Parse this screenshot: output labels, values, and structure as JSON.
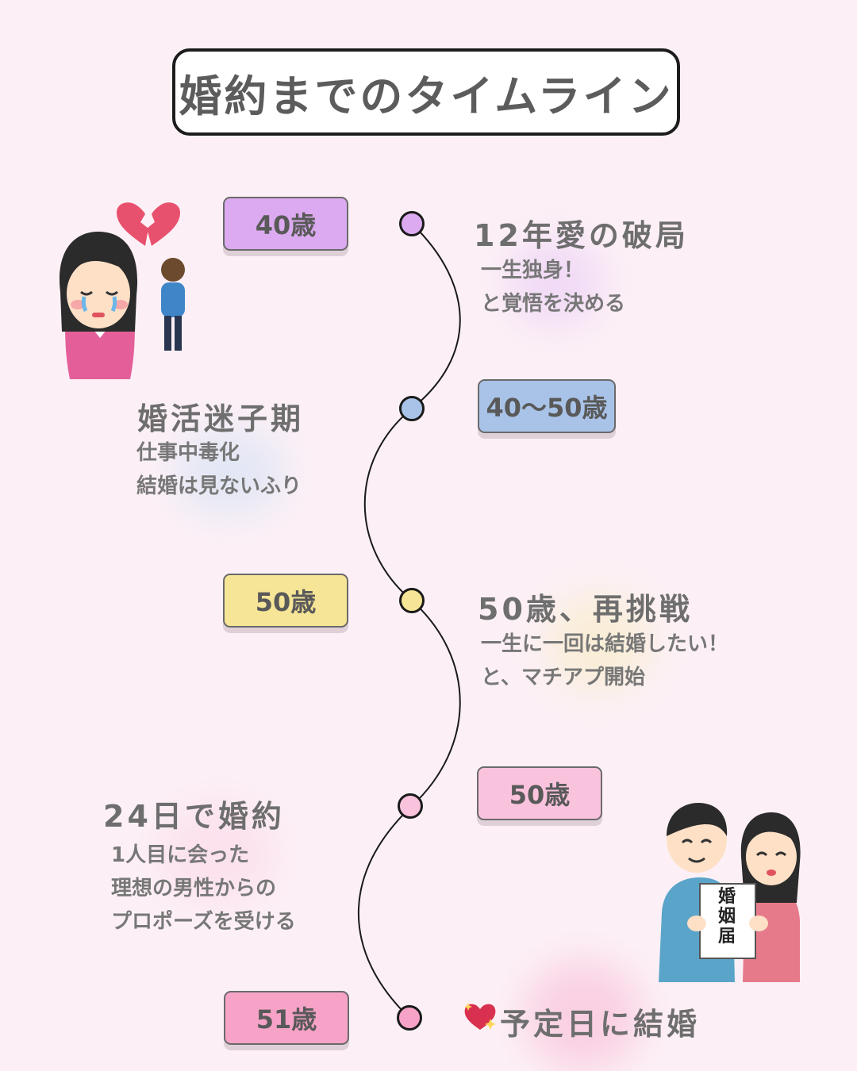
{
  "title": "婚約までのタイムライン",
  "colors": {
    "purple": "#dcaaf0",
    "blue": "#a9c3e8",
    "yellow": "#f6e596",
    "pink": "#fac3dd",
    "hotpink": "#f7a3c8",
    "background": "#fcf0f6"
  },
  "events": [
    {
      "age": "40歳",
      "heading": "12年愛の破局",
      "lines": [
        "一生独身！",
        "と覚悟を決める"
      ]
    },
    {
      "age": "40〜50歳",
      "heading": "婚活迷子期",
      "lines": [
        "仕事中毒化",
        "結婚は見ないふり"
      ]
    },
    {
      "age": "50歳",
      "heading": "50歳、再挑戦",
      "lines": [
        "一生に一回は結婚したい！",
        "と、マチアプ開始"
      ]
    },
    {
      "age": "50歳",
      "heading": "24日で婚約",
      "lines": [
        "1人目に会った",
        "理想の男性からの",
        "プロポーズを受ける"
      ]
    },
    {
      "age": "51歳",
      "heading": "予定日に結婚",
      "icon": "sparkling-heart-icon"
    }
  ],
  "illustrations": {
    "heartbreak": "broken-heart-icon",
    "couple_document": "婚姻届"
  }
}
